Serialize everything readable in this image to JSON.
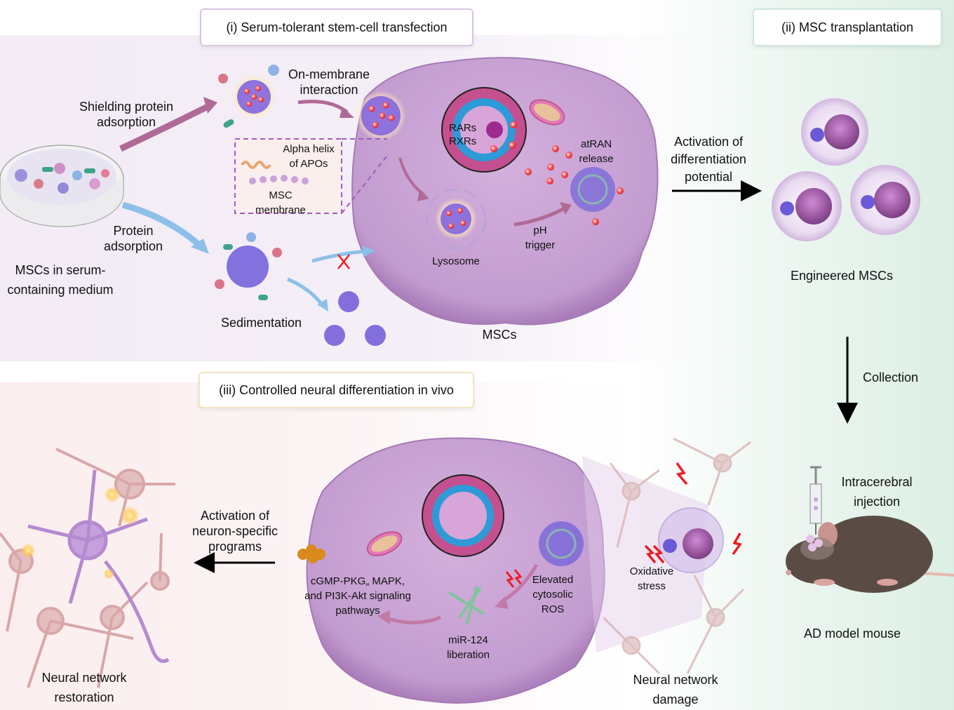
{
  "panels": {
    "panel_i": {
      "title": "(i) Serum-tolerant stem-cell transfection"
    },
    "panel_ii": {
      "title": "(ii) MSC transplantation"
    },
    "panel_iii": {
      "title": "(iii) Controlled neural differentiation in vivo"
    }
  },
  "colors": {
    "panel_i_border": "#dcc4e3",
    "panel_ii_border": "#cfe8db",
    "panel_iii_border": "#f4e3c4",
    "cell_purple": "#b78bc4",
    "nucleus_pink": "#c4508f",
    "nucleus_blue": "#2f9ad8",
    "drug_red": "#e8323a",
    "arrow_mauve": "#b06a96",
    "arrow_blue": "#8cc0e8",
    "ros_red": "#ee1c24",
    "neuron_pink": "#d9a7a9",
    "neuron_purple": "#b48ad0",
    "mouse_brown": "#5a4c45"
  },
  "labels": {
    "shielding": [
      "Shielding protein",
      "adsorption"
    ],
    "protein_adsorption": [
      "Protein",
      "adsorption"
    ],
    "dish": [
      "MSCs in serum-",
      "containing medium"
    ],
    "on_membrane": [
      "On-membrane",
      "interaction"
    ],
    "alpha_helix": [
      "Alpha helix",
      "of APOs"
    ],
    "msc_membrane": [
      "MSC",
      "membrane"
    ],
    "sedimentation": "Sedimentation",
    "rars": "RARs",
    "rxrs": "RXRs",
    "atran": [
      "atRAN",
      "release"
    ],
    "lysosome": "Lysosome",
    "ph": [
      "pH",
      "trigger"
    ],
    "mscs": "MSCs",
    "activation_diff": [
      "Activation of",
      "differentiation",
      "potential"
    ],
    "engineered": "Engineered MSCs",
    "collection": "Collection",
    "intracerebral": [
      "Intracerebral",
      "injection"
    ],
    "ad_mouse": "AD model mouse",
    "oxidative": [
      "Oxidative",
      "stress"
    ],
    "network_damage": [
      "Neural network",
      "damage"
    ],
    "elevated_ros": [
      "Elevated",
      "cytosolic",
      "ROS"
    ],
    "mir124": [
      "miR-124",
      "liberation"
    ],
    "pathways": [
      "cGMP-PKG„ MAPK,",
      "and PI3K-Akt signaling",
      "pathways"
    ],
    "activation_neuron": [
      "Activation of",
      "neuron-specific",
      "programs"
    ],
    "network_restoration": [
      "Neural network",
      "restoration"
    ]
  }
}
